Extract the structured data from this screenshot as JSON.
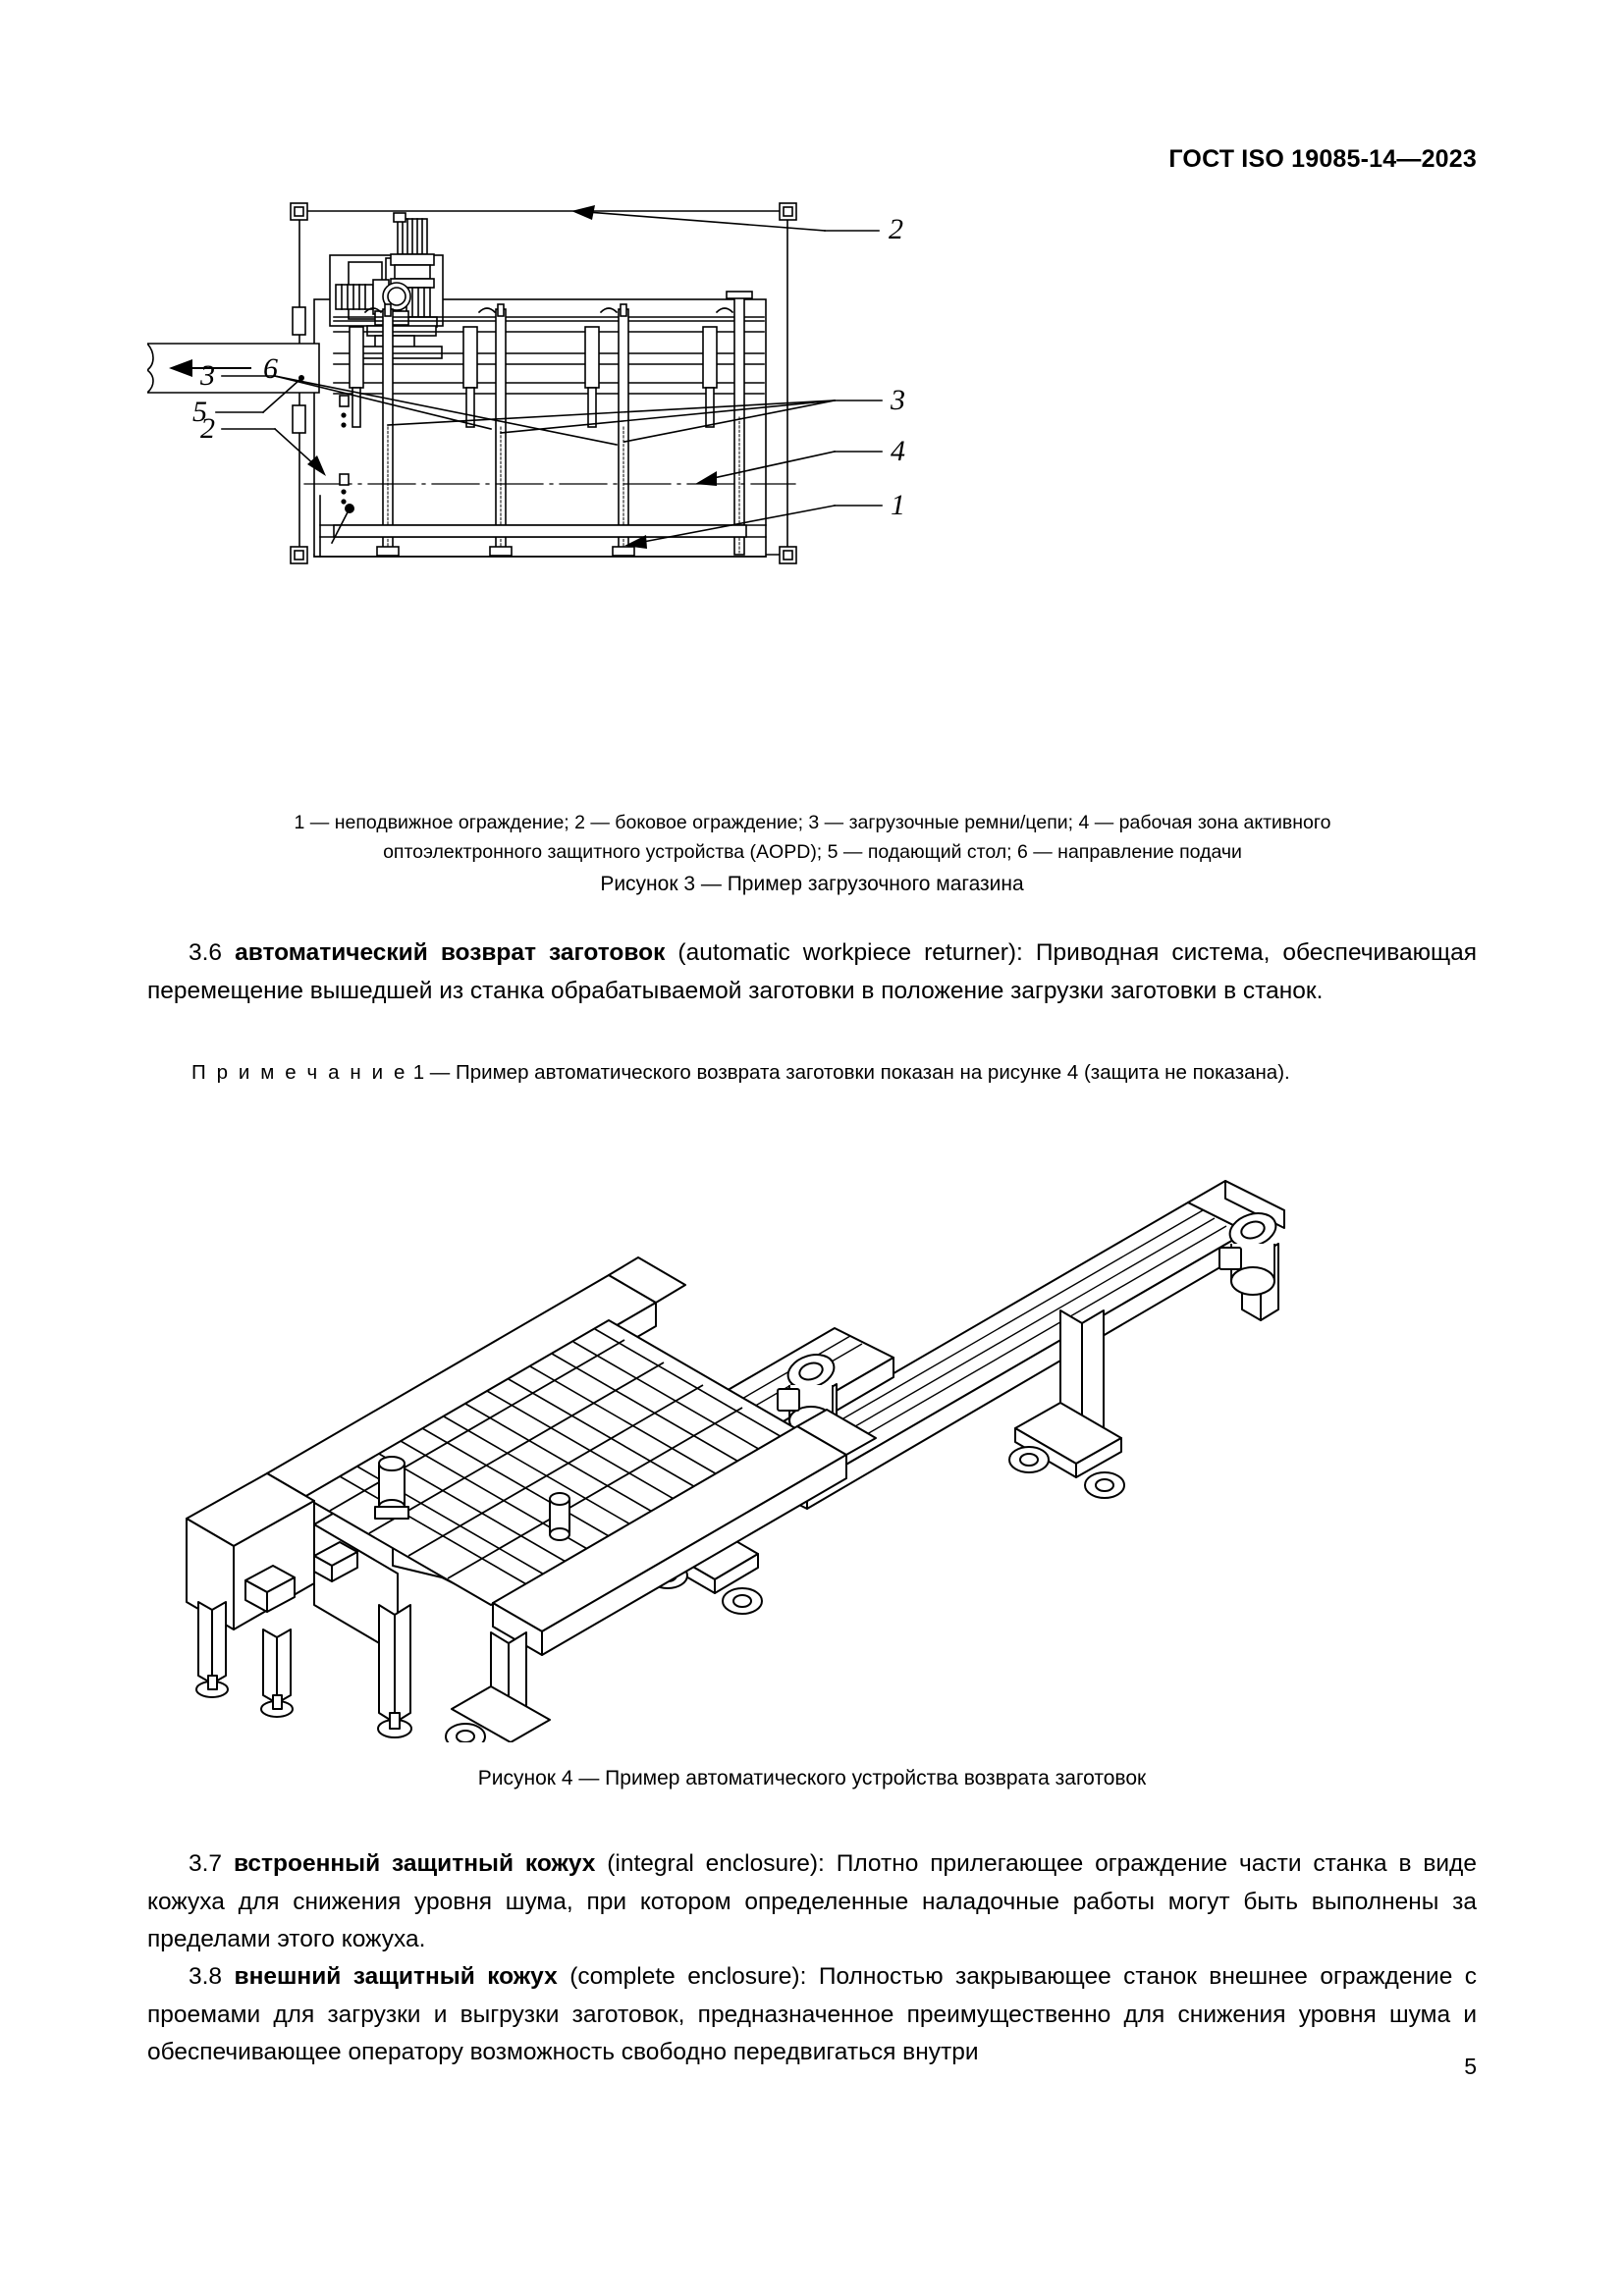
{
  "header": {
    "standard_code": "ГОСТ ISO 19085-14—2023"
  },
  "figure3": {
    "legend_line1": "1 — неподвижное ограждение; 2 — боковое ограждение; 3 — загрузочные ремни/цепи; 4 — рабочая зона активного",
    "legend_line2": "оптоэлектронного защитного устройства (AOPD); 5 — подающий стол; 6 — направление подачи",
    "caption": "Рисунок 3 — Пример загрузочного магазина",
    "callouts": {
      "c1": "1",
      "c2_top": "2",
      "c2_left": "2",
      "c3_right": "3",
      "c3_left": "3",
      "c4": "4",
      "c5": "5",
      "c6": "6"
    }
  },
  "figure4": {
    "caption": "Рисунок 4 — Пример автоматического устройства возврата заготовок"
  },
  "sections": {
    "s36": {
      "number": "3.6",
      "term_ru": "автоматический возврат заготовок",
      "term_en": "(automatic workpiece returner):",
      "body": " Приводная система, обеспечивающая перемещение вышедшей из станка обрабатываемой заготовки в положение загрузки заготовки в станок."
    },
    "note1": {
      "label": "П р и м е ч а н и е",
      "text": "1 — Пример автоматического возврата заготовки показан на рисунке 4 (защита не показана)."
    },
    "s37": {
      "number": "3.7",
      "term_ru": "встроенный защитный кожух",
      "term_en": "(integral enclosure):",
      "body": " Плотно прилегающее ограждение части станка в виде кожуха для снижения уровня шума, при котором определенные наладочные работы могут быть выполнены за пределами этого кожуха."
    },
    "s38": {
      "number": "3.8",
      "term_ru": "внешний защитный кожух",
      "term_en": "(complete enclosure):",
      "body": " Полностью закрывающее станок внешнее ограждение с проемами для загрузки и выгрузки заготовок, предназначенное преимущественно для снижения уровня шума и обеспечивающее оператору возможность свободно передвигаться внутри"
    }
  },
  "footer": {
    "page_number": "5"
  }
}
